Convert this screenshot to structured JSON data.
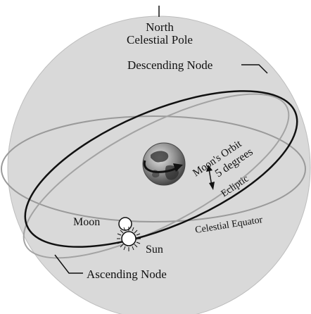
{
  "labels": {
    "north_line1": "North",
    "north_line2": "Celestial Pole",
    "descending_node": "Descending Node",
    "moons_orbit": "Moon's Orbit",
    "five_degrees": "5 degrees",
    "ecliptic": "Ecliptic",
    "moon": "Moon",
    "sun": "Sun",
    "celestial_equator": "Celestial Equator",
    "ascending_node": "Ascending Node"
  },
  "colors": {
    "sphere_fill": "#d9d9d9",
    "equator_stroke": "#9a9a9a",
    "orbit_stroke": "#111111",
    "label_text": "#111111"
  },
  "icons": {
    "earth": "earth-globe-icon",
    "sun": "sun-icon",
    "moon": "moon-icon"
  }
}
